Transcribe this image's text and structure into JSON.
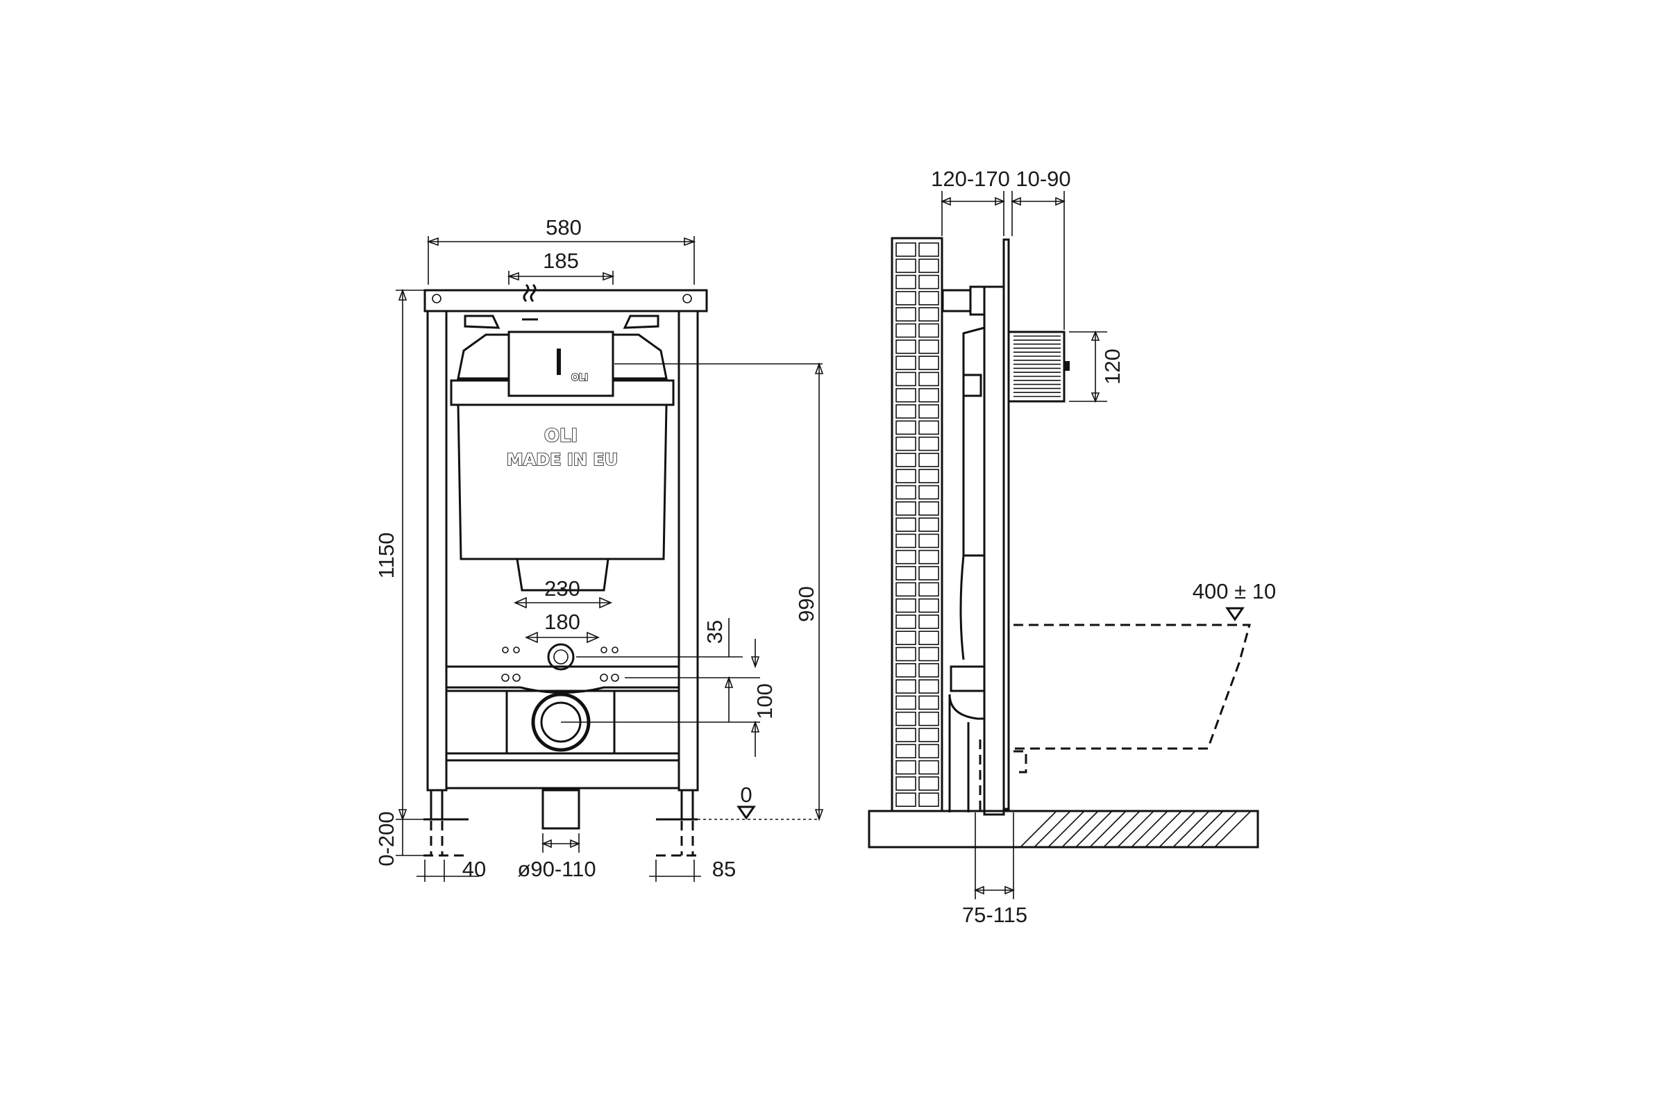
{
  "front_view": {
    "dims": {
      "width_frame": "580",
      "cistern_width": "185",
      "height_frame": "1150",
      "feet_adjust": "0-200",
      "button_height": "990",
      "bracket_230": "230",
      "bracket_180": "180",
      "offset_35": "35",
      "offset_100": "100",
      "zero": "0",
      "foot_40": "40",
      "pipe_diameter": "ø90-110",
      "foot_85": "85"
    },
    "brand": {
      "logo_small": "OLI",
      "logo_large": "OLI",
      "made_in": "MADE IN EU"
    }
  },
  "side_view": {
    "dims": {
      "wall_thickness": "120-170",
      "panel_gap": "10-90",
      "flange_height": "120",
      "seat_height": "400 ± 10",
      "pipe_offset": "75-115"
    }
  }
}
